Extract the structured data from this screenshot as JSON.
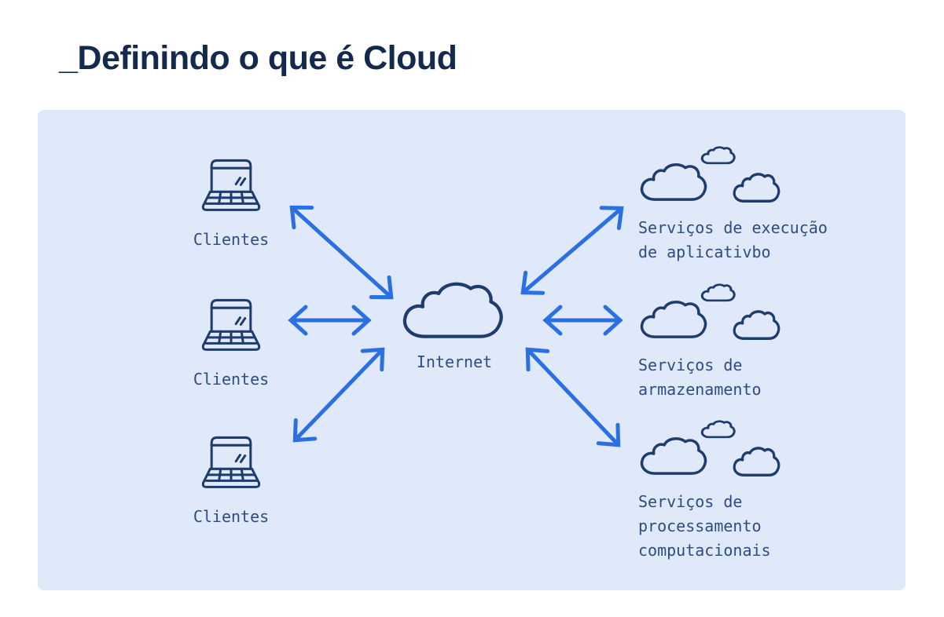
{
  "title": "_Definindo o que é Cloud",
  "colors": {
    "title": "#13294e",
    "navy": "#1e3c6d",
    "label": "#2b4d83",
    "arrow": "#2b6fe4",
    "panel": "#dfe9fa",
    "page": "#ffffff"
  },
  "diagram": {
    "clients": [
      {
        "label": "Clientes",
        "icon": "laptop-icon"
      },
      {
        "label": "Clientes",
        "icon": "laptop-icon"
      },
      {
        "label": "Clientes",
        "icon": "laptop-icon"
      }
    ],
    "hub": {
      "label": "Internet",
      "icon": "cloud-icon"
    },
    "services": [
      {
        "icon": "cloud-cluster-icon",
        "lines": [
          "Serviços de execução",
          "de aplicativbo"
        ]
      },
      {
        "icon": "cloud-cluster-icon",
        "lines": [
          "Serviços de",
          "armazenamento"
        ]
      },
      {
        "icon": "cloud-cluster-icon",
        "lines": [
          "Serviços de",
          "processamento",
          "computacionais"
        ]
      }
    ],
    "connections": [
      {
        "from": "client-1",
        "to": "internet",
        "style": "double-arrow"
      },
      {
        "from": "client-2",
        "to": "internet",
        "style": "double-arrow"
      },
      {
        "from": "client-3",
        "to": "internet",
        "style": "double-arrow"
      },
      {
        "from": "internet",
        "to": "service-1",
        "style": "double-arrow"
      },
      {
        "from": "internet",
        "to": "service-2",
        "style": "double-arrow"
      },
      {
        "from": "internet",
        "to": "service-3",
        "style": "double-arrow"
      }
    ]
  }
}
